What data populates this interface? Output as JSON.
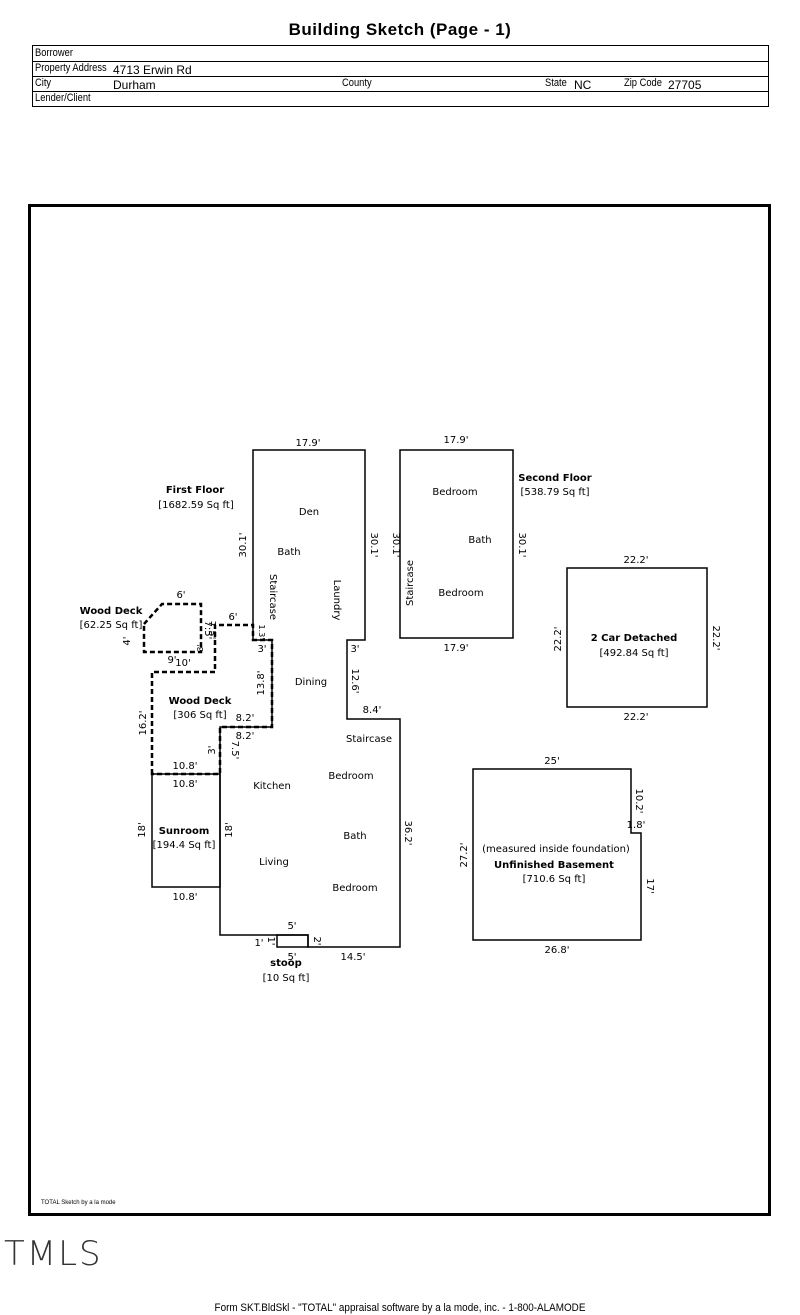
{
  "title": "Building Sketch (Page - 1)",
  "info": {
    "borrower_label": "Borrower",
    "borrower_value": "",
    "address_label": "Property Address",
    "address_value": "4713 Erwin Rd",
    "city_label": "City",
    "city_value": "Durham",
    "county_label": "County",
    "county_value": "",
    "state_label": "State",
    "state_value": "NC",
    "zip_label": "Zip Code",
    "zip_value": "27705",
    "lender_label": "Lender/Client",
    "lender_value": ""
  },
  "sketch": {
    "first_floor": {
      "name": "First Floor",
      "area": "[1682.59 Sq ft]",
      "rooms": [
        "Den",
        "Bath",
        "Staircase",
        "Laundry",
        "Dining",
        "Staircase",
        "Bedroom",
        "Kitchen",
        "Bath",
        "Living",
        "Bedroom"
      ],
      "dims": [
        "17.9'",
        "30.1'",
        "30.1'",
        "3'",
        "12.6'",
        "8.4'",
        "36.2'",
        "14.5'",
        "2'",
        "5'",
        "5'",
        "1'",
        "1'",
        "18'",
        "7.5'",
        "8.2'",
        "8.2'",
        "13.8'",
        "3'",
        "1.3'",
        "6'",
        "7.5'"
      ]
    },
    "wood_deck_small": {
      "name": "Wood Deck",
      "area": "[62.25 Sq ft]",
      "dims": [
        "6'",
        "4'",
        "9'",
        "7.5'"
      ]
    },
    "wood_deck": {
      "name": "Wood Deck",
      "area": "[306 Sq ft]",
      "dims": [
        "10'",
        "16.2'",
        "10.8'",
        "3'",
        "3'"
      ]
    },
    "sunroom": {
      "name": "Sunroom",
      "area": "[194.4 Sq ft]",
      "dims": [
        "10.8'",
        "18'",
        "10.8'"
      ]
    },
    "stoop": {
      "name": "stoop",
      "area": "[10 Sq ft]"
    },
    "second_floor": {
      "name": "Second Floor",
      "area": "[538.79 Sq ft]",
      "rooms": [
        "Bedroom",
        "Bath",
        "Staircase",
        "Bedroom"
      ],
      "dims": [
        "17.9'",
        "30.1'",
        "30.1'",
        "17.9'"
      ]
    },
    "garage": {
      "name": "2 Car Detached",
      "area": "[492.84 Sq ft]",
      "dims": [
        "22.2'",
        "22.2'",
        "22.2'",
        "22.2'"
      ]
    },
    "basement": {
      "note": "(measured inside foundation)",
      "name": "Unfinished Basement",
      "area": "[710.6 Sq ft]",
      "dims": [
        "25'",
        "10.2'",
        "1.8'",
        "17'",
        "26.8'",
        "27.2'"
      ]
    },
    "credit": "TOTAL Sketch by a la mode"
  },
  "logo": "TMLS",
  "footer": "Form SKT.BldSkl - \"TOTAL\" appraisal software by a la mode, inc. - 1-800-ALAMODE"
}
